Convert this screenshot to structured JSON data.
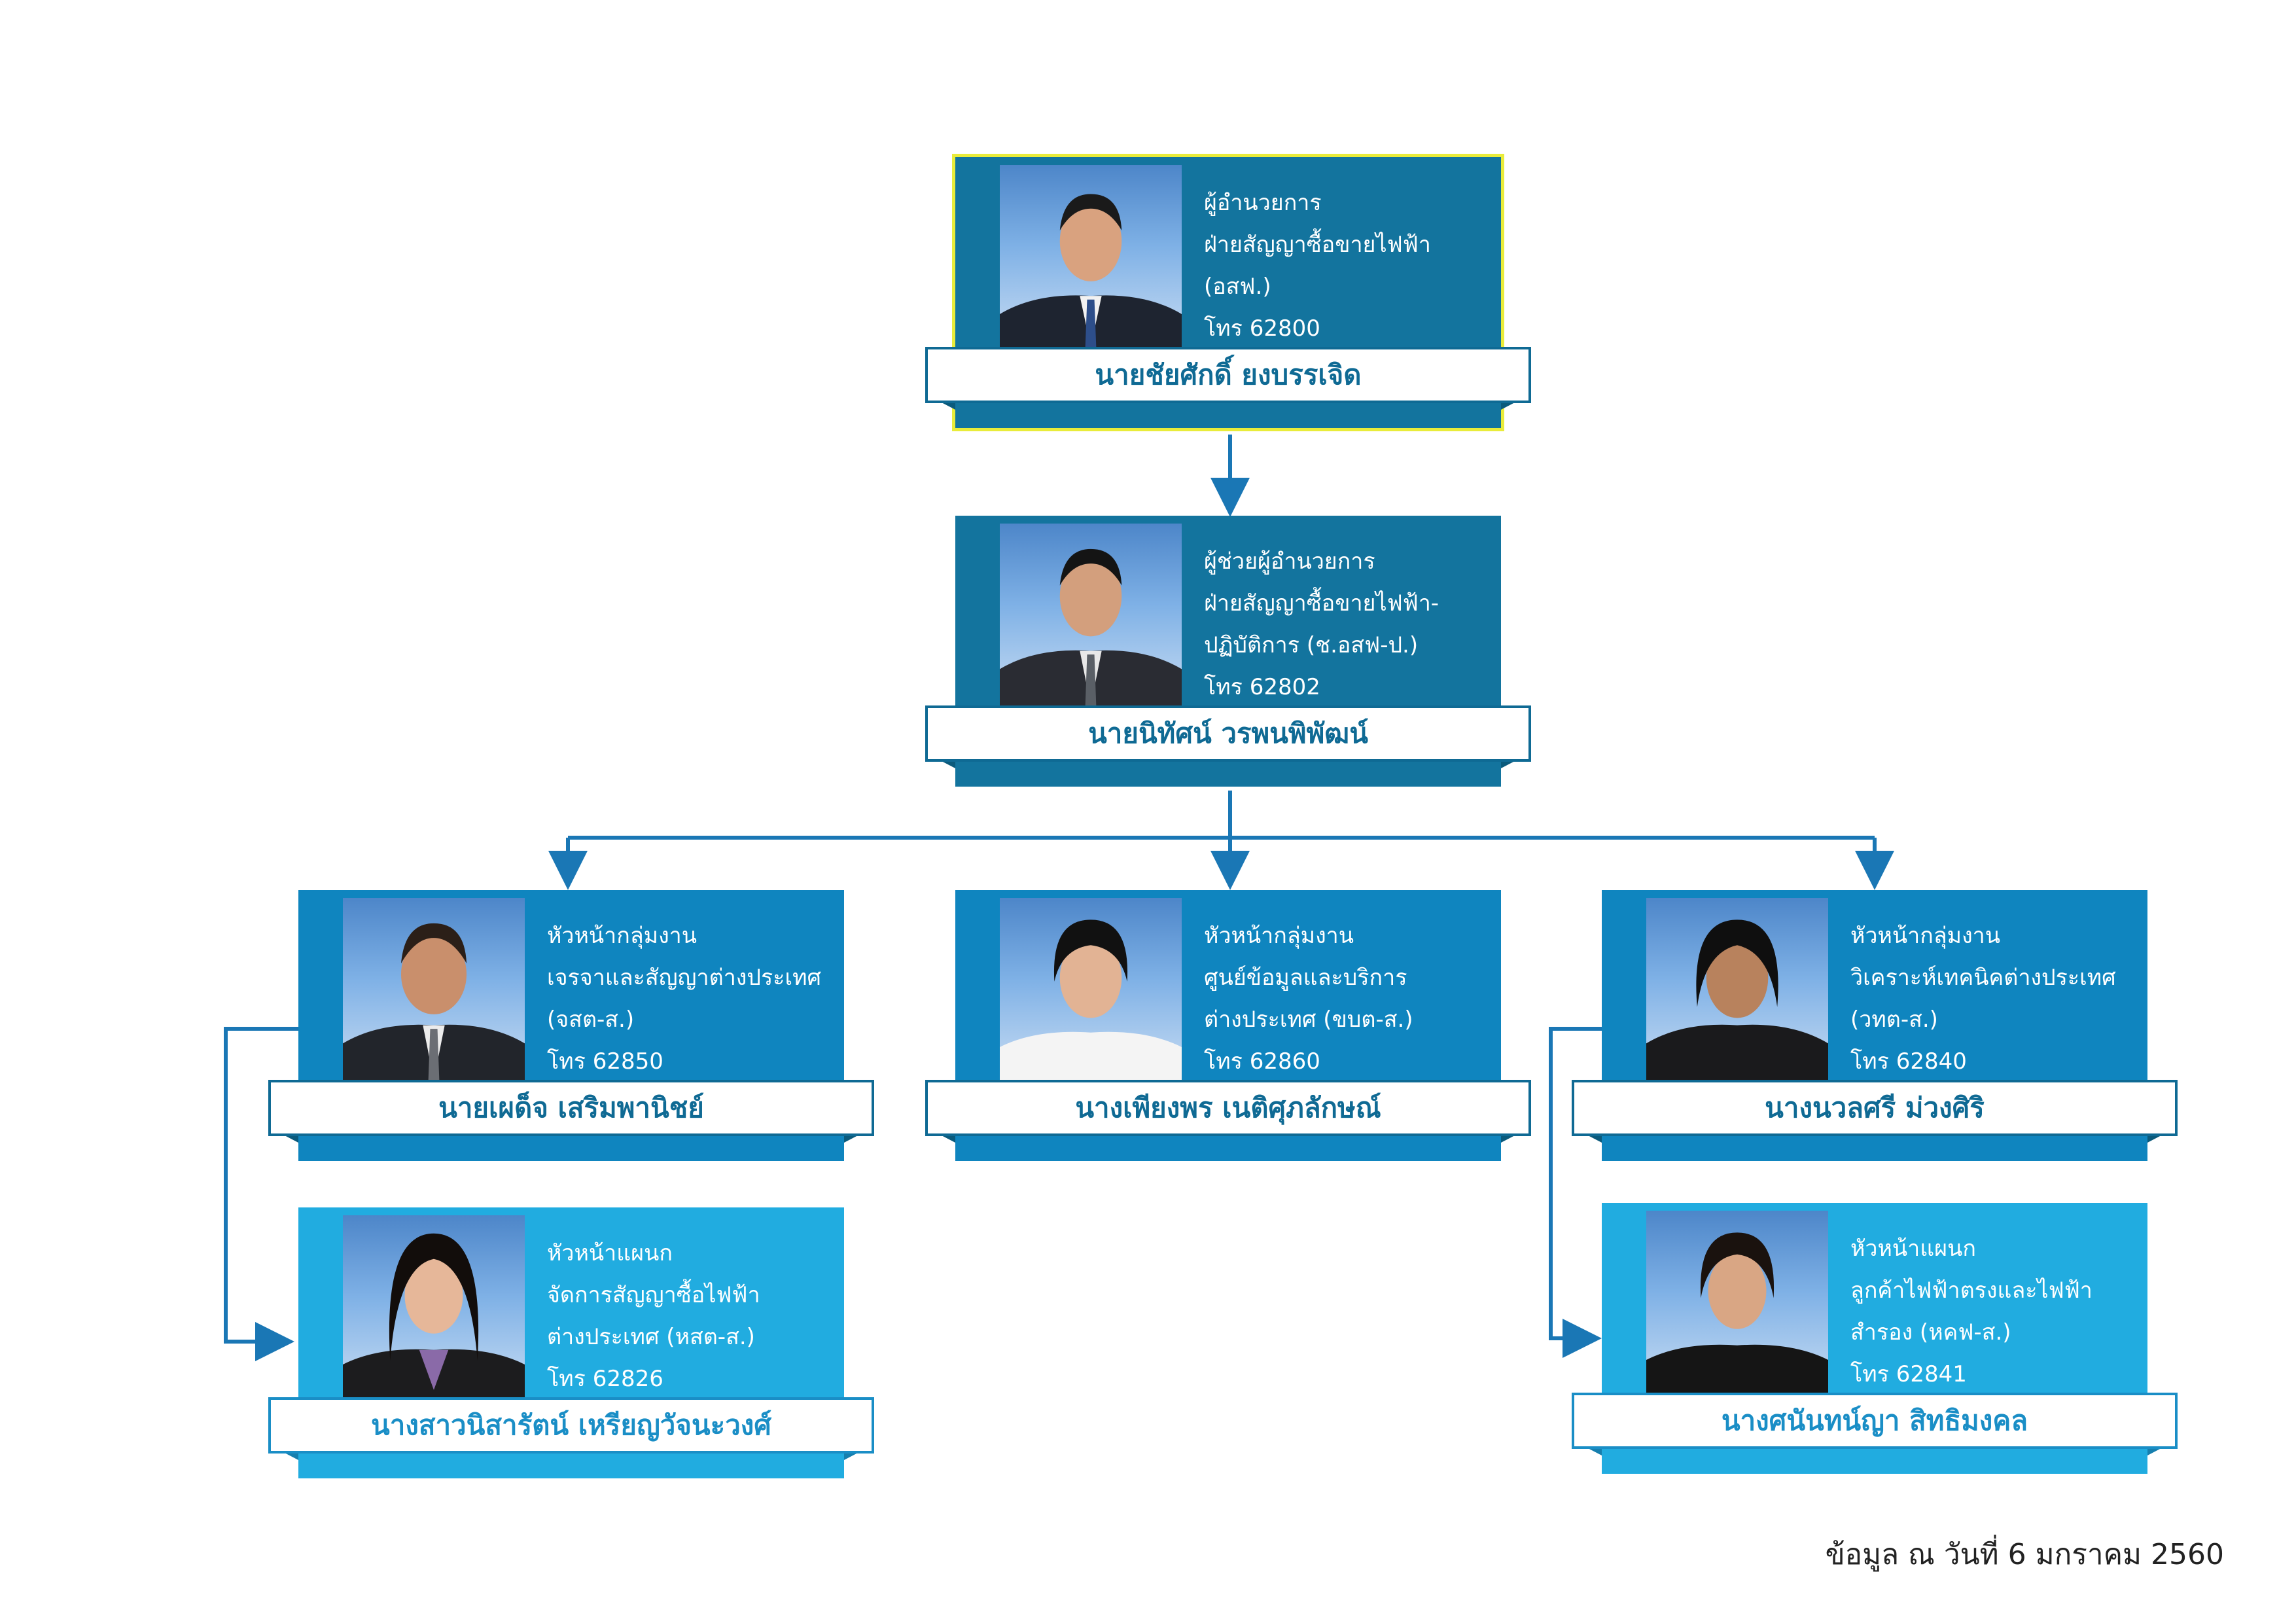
{
  "cards": [
    {
      "title_line1": "ผู้อำนวยการ",
      "title_line2": "ฝ่ายสัญญาซื้อขายไฟฟ้า",
      "title_line3": "(อสฟ.)",
      "phone": "โทร 62800",
      "name": "นายชัยศักดิ์ ยงบรรเจิด"
    },
    {
      "title_line1": "ผู้ช่วยผู้อำนวยการ",
      "title_line2": "ฝ่ายสัญญาซื้อขายไฟฟ้า-",
      "title_line3": "ปฏิบัติการ (ช.อสฟ-ป.)",
      "phone": "โทร 62802",
      "name": "นายนิทัศน์ วรพนพิพัฒน์"
    },
    {
      "title_line1": "หัวหน้ากลุ่มงาน",
      "title_line2": "เจรจาและสัญญาต่างประเทศ",
      "title_line3": "(จสต-ส.)",
      "phone": "โทร 62850",
      "name": "นายเผด็จ เสริมพานิชย์"
    },
    {
      "title_line1": "หัวหน้ากลุ่มงาน",
      "title_line2": "ศูนย์ข้อมูลและบริการ",
      "title_line3": "ต่างประเทศ (ขบต-ส.)",
      "phone": "โทร 62860",
      "name": "นางเพียงพร เนติศุภลักษณ์"
    },
    {
      "title_line1": "หัวหน้ากลุ่มงาน",
      "title_line2": "วิเคราะห์เทคนิคต่างประเทศ",
      "title_line3": "(วทต-ส.)",
      "phone": "โทร 62840",
      "name": "นางนวลศรี ม่วงศิริ"
    },
    {
      "title_line1": "หัวหน้าแผนก",
      "title_line2": "จัดการสัญญาซื้อไฟฟ้า",
      "title_line3": "ต่างประเทศ (หสต-ส.)",
      "phone": "โทร 62826",
      "name": "นางสาวนิสารัตน์ เหรียญวัจนะวงศ์"
    },
    {
      "title_line1": "หัวหน้าแผนก",
      "title_line2": "ลูกค้าไฟฟ้าตรงและไฟฟ้า",
      "title_line3": "สำรอง (หคฟ-ส.)",
      "phone": "โทร 62841",
      "name": "นางศนันทน์ญา สิทธิมงคล"
    }
  ],
  "footnote": "ข้อมูล ณ วันที่ 6 มกราคม 2560",
  "colors": {
    "card_dark": "#13749e",
    "card_mid": "#0f85bf",
    "card_light": "#21ace0",
    "highlight_border": "#e9ec3a",
    "connector": "#1a77b5"
  }
}
